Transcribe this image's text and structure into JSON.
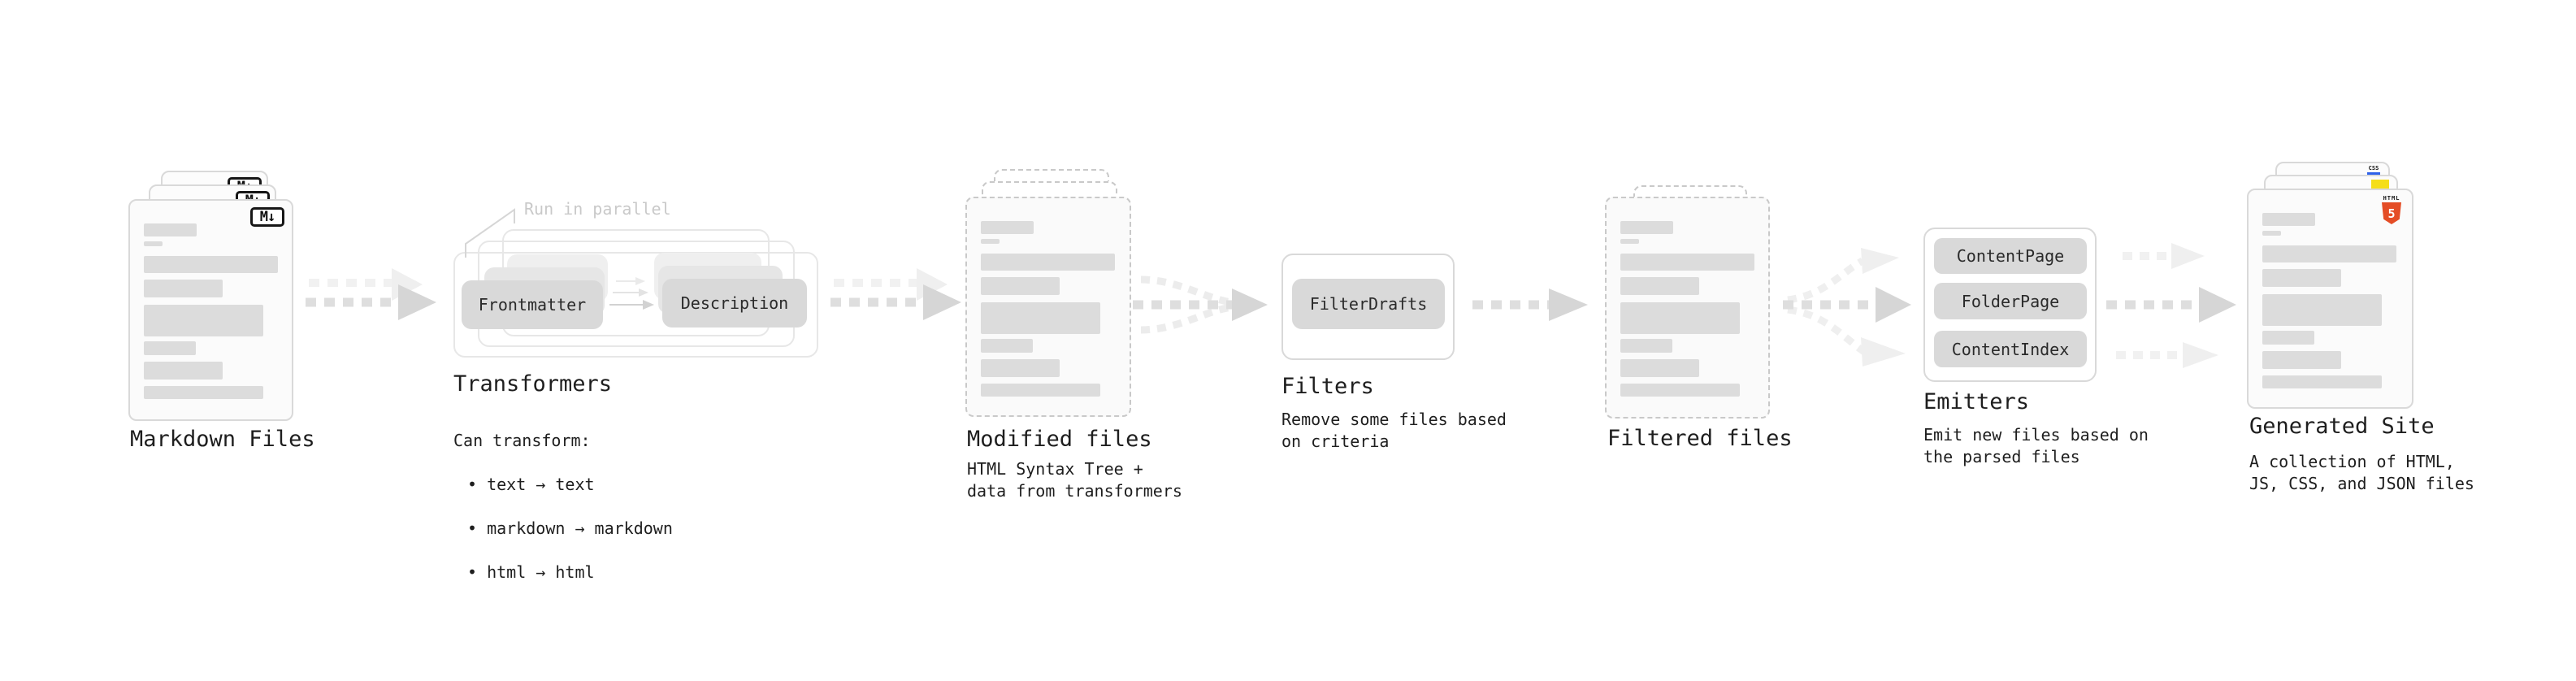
{
  "nodes": {
    "markdown_files": {
      "label": "Markdown Files",
      "badge": "M↓"
    },
    "transformers": {
      "label": "Transformers",
      "annotation": "Run in parallel",
      "box1": "Frontmatter",
      "box2": "Description",
      "desc_title": "Can transform:",
      "bullets": [
        "• text → text",
        "• markdown → markdown",
        "• html → html"
      ]
    },
    "modified_files": {
      "label": "Modified files",
      "description": "HTML Syntax Tree +\ndata from transformers"
    },
    "filters": {
      "label": "Filters",
      "box1": "FilterDrafts",
      "description": "Remove some files based\non criteria"
    },
    "filtered_files": {
      "label": "Filtered files"
    },
    "emitters": {
      "label": "Emitters",
      "box1": "ContentPage",
      "box2": "FolderPage",
      "box3": "ContentIndex",
      "description": "Emit new files based on\nthe parsed files"
    },
    "generated_site": {
      "label": "Generated Site",
      "badge_html_word": "HTML",
      "badge_five": "5",
      "badge_css": "CSS",
      "description": "A collection of HTML,\nJS, CSS, and JSON files"
    }
  },
  "colors": {
    "text": "#1e1e1e",
    "muted_annotation": "#c9c9c9",
    "box_fill": "#d9d9d9",
    "arrow": "#d6d6d6",
    "html5_orange": "#e44d26",
    "js_yellow": "#f5de19",
    "css_blue": "#2f62e9"
  }
}
